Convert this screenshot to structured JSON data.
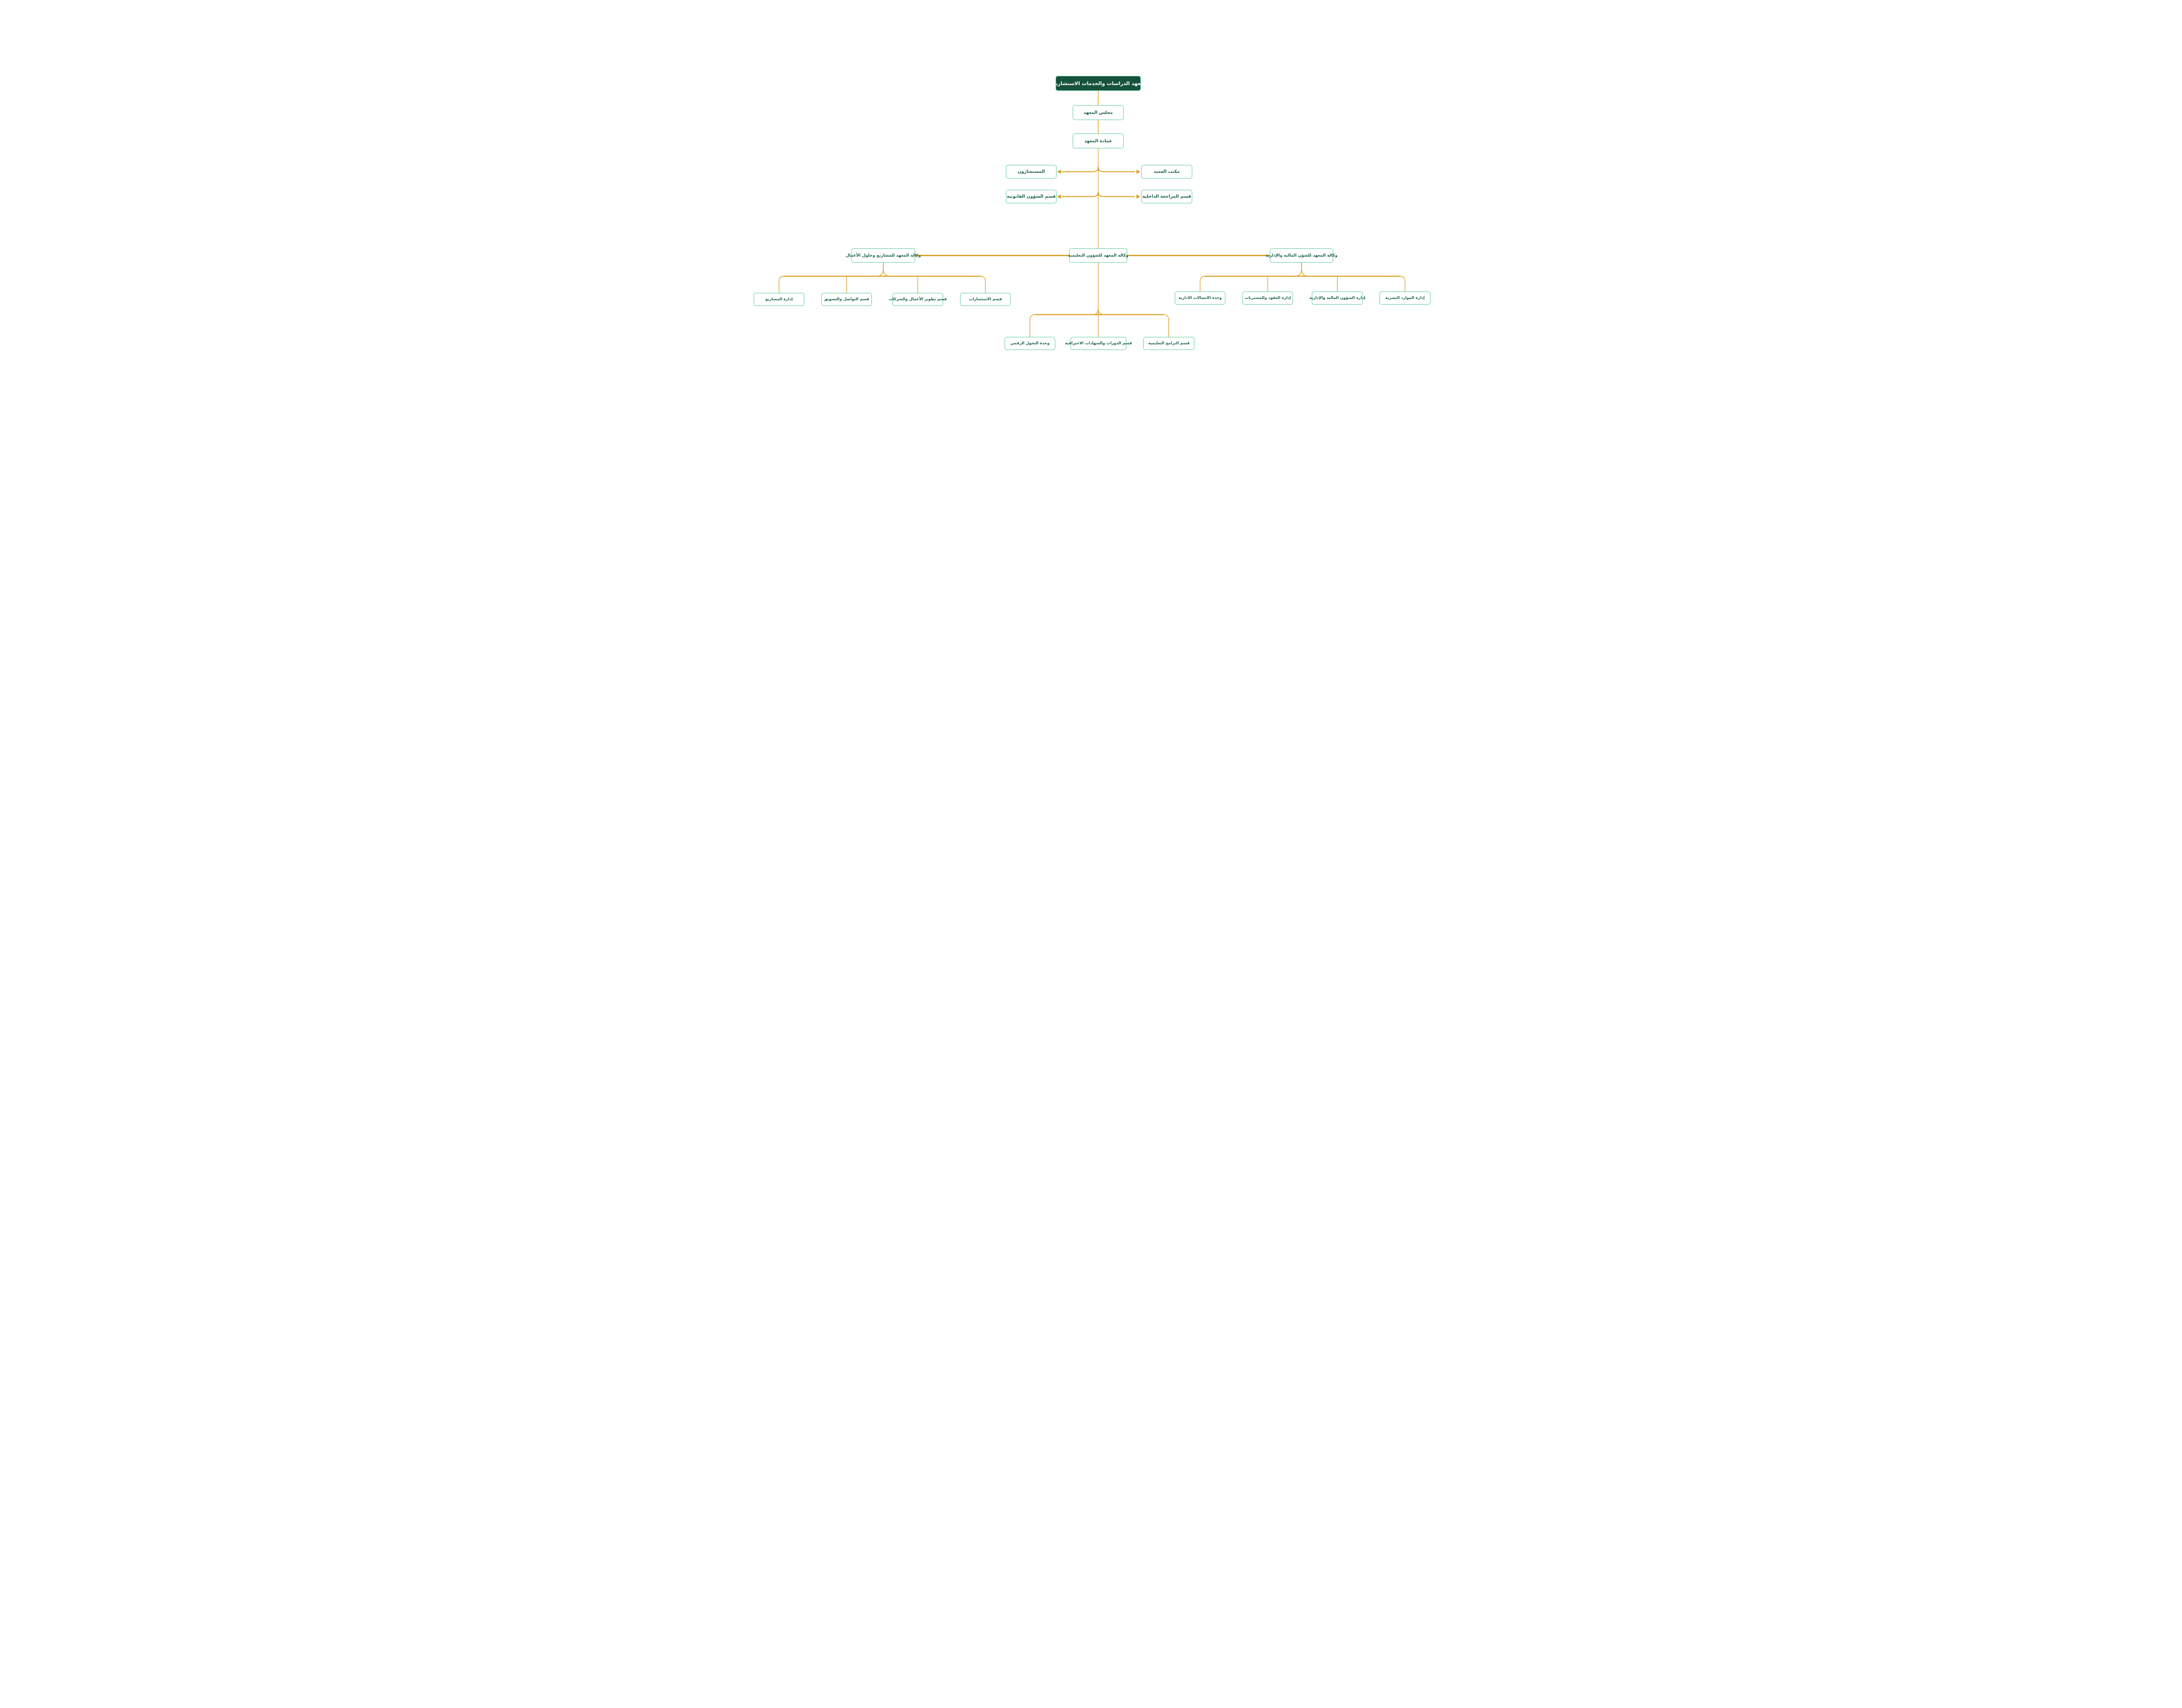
{
  "colors": {
    "root_fill": "#17523C",
    "node_border_green": "#55C795",
    "node_text_green": "#1A6149",
    "connector_orange": "#DCA228",
    "root_text": "#FFFFFF",
    "background": "#FFFFFF"
  },
  "org": {
    "root": {
      "label": "معهد الدراسات والخدمات الاستشارية"
    },
    "council": {
      "label": "مجلس المعهد"
    },
    "deanship": {
      "label": "عمادة المعهد"
    },
    "consultants": {
      "label": "المستشارون"
    },
    "dean_office": {
      "label": "مكتب العميد"
    },
    "legal": {
      "label": "قسم الشؤون القانونية"
    },
    "internal_audit": {
      "label": "قسم المراجعة الداخلية"
    },
    "wing_projects": {
      "label": "وكالة المعهد للمشاريع وحلول الأعمال"
    },
    "wing_education": {
      "label": "وكالة المعهد للشؤون التعليمية"
    },
    "wing_finance": {
      "label": "وكالة المعهد للشؤن المالية والإدارية"
    },
    "projects_mgmt": {
      "label": "إدارة المشاريع"
    },
    "comms_marketing": {
      "label": "قسم التواصل والتسويق"
    },
    "business_dev": {
      "label": "قسم تطوير الأعمال والشركات"
    },
    "consulting": {
      "label": "قسم الاستشارات"
    },
    "digital_transformation": {
      "label": "وحدة التحول الرقمي"
    },
    "courses_certs": {
      "label": "قسم الدورات والشهادات الاحترافية"
    },
    "edu_programs": {
      "label": "قسم البرامج التعليمية"
    },
    "admin_comms": {
      "label": "وحدة الاتصالات الادارية"
    },
    "contracts_procurement": {
      "label": "إدارة العقود والمشتريات"
    },
    "financial_admin_affairs": {
      "label": "إدارة الشؤون المالية والإدارية"
    },
    "hr": {
      "label": "إدارة الموارد البشرية"
    }
  },
  "edges": [
    {
      "from": "root",
      "to": "council",
      "style": "line"
    },
    {
      "from": "council",
      "to": "deanship",
      "style": "line"
    },
    {
      "from": "deanship",
      "to": "consultants",
      "style": "double-arrow"
    },
    {
      "from": "deanship",
      "to": "dean_office",
      "style": "double-arrow"
    },
    {
      "from": "deanship",
      "to": "legal",
      "style": "double-arrow"
    },
    {
      "from": "deanship",
      "to": "internal_audit",
      "style": "double-arrow"
    },
    {
      "from": "deanship",
      "to": "wing_education",
      "style": "line"
    },
    {
      "from": "wing_education",
      "to": "wing_projects",
      "style": "line"
    },
    {
      "from": "wing_education",
      "to": "wing_finance",
      "style": "line"
    },
    {
      "from": "wing_projects",
      "to": "projects_mgmt",
      "style": "line"
    },
    {
      "from": "wing_projects",
      "to": "comms_marketing",
      "style": "line"
    },
    {
      "from": "wing_projects",
      "to": "business_dev",
      "style": "line"
    },
    {
      "from": "wing_projects",
      "to": "consulting",
      "style": "line"
    },
    {
      "from": "wing_education",
      "to": "digital_transformation",
      "style": "line"
    },
    {
      "from": "wing_education",
      "to": "courses_certs",
      "style": "line"
    },
    {
      "from": "wing_education",
      "to": "edu_programs",
      "style": "line"
    },
    {
      "from": "wing_finance",
      "to": "admin_comms",
      "style": "line"
    },
    {
      "from": "wing_finance",
      "to": "contracts_procurement",
      "style": "line"
    },
    {
      "from": "wing_finance",
      "to": "financial_admin_affairs",
      "style": "line"
    },
    {
      "from": "wing_finance",
      "to": "hr",
      "style": "line"
    }
  ]
}
